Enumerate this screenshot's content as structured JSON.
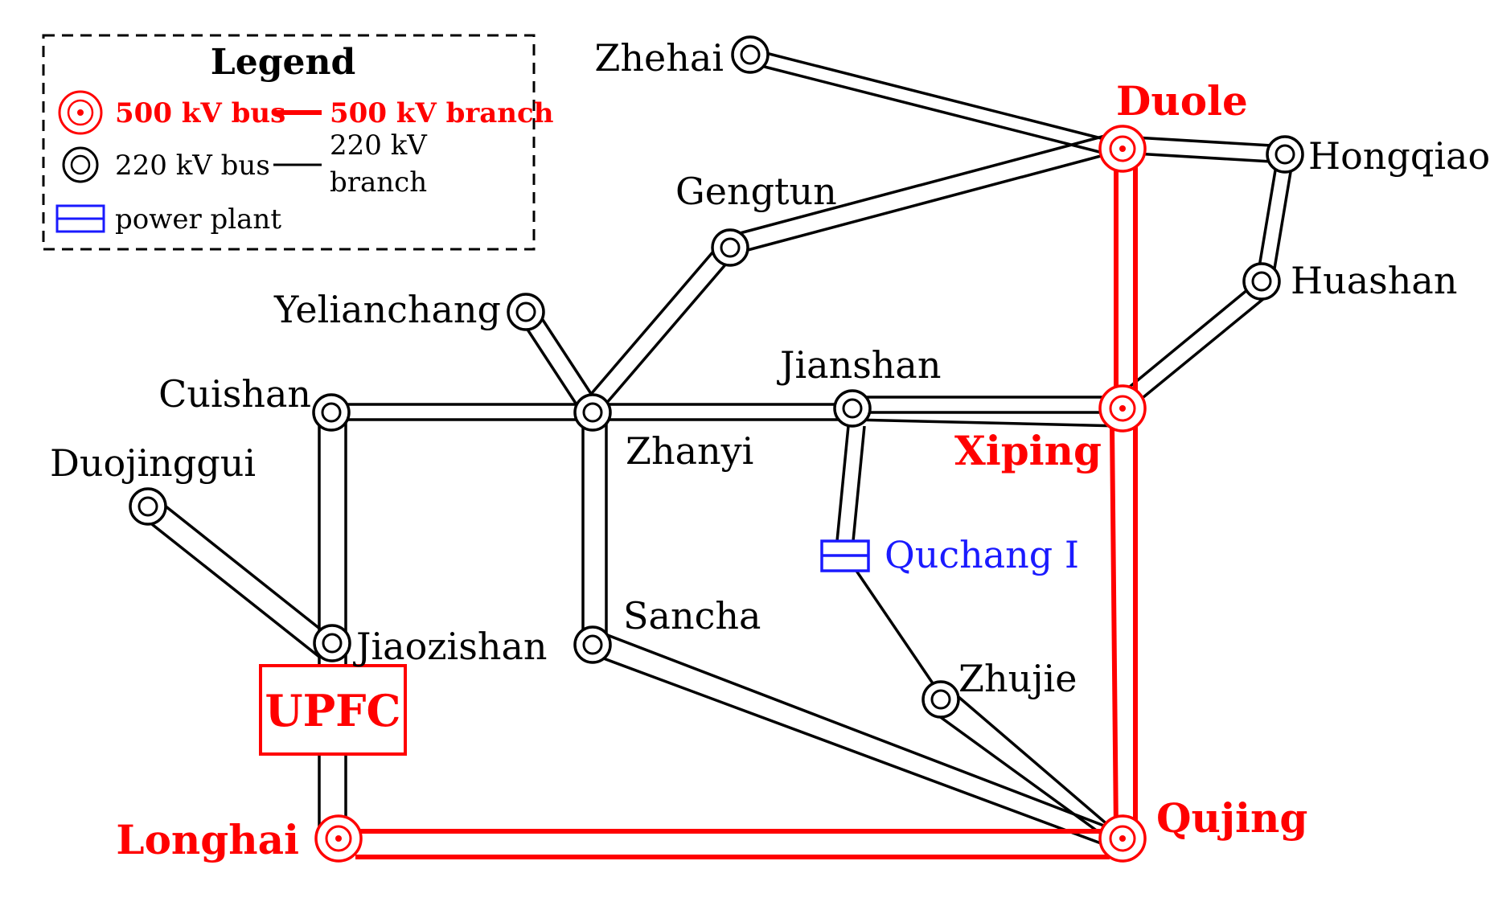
{
  "legend": {
    "title": "Legend",
    "bus500": "500 kV bus",
    "branch500": "500 kV branch",
    "bus220": "220 kV bus",
    "branch220_line1": "220 kV",
    "branch220_line2": "branch",
    "plant": "power plant"
  },
  "colors": {
    "kv500": "#ff0000",
    "kv220": "#000000",
    "plant": "#1a1aff"
  },
  "buses": {
    "zhehai": "Zhehai",
    "duole": "Duole",
    "hongqiao": "Hongqiao",
    "gengtun": "Gengtun",
    "huashan": "Huashan",
    "yelianchang": "Yelianchang",
    "jianshan": "Jianshan",
    "cuishan": "Cuishan",
    "zhanyi": "Zhanyi",
    "xiping": "Xiping",
    "duojinggui": "Duojinggui",
    "sancha": "Sancha",
    "jiaozishan": "Jiaozishan",
    "zhujie": "Zhujie",
    "longhai": "Longhai",
    "qujing": "Qujing"
  },
  "plant": {
    "quchang": "Quchang I"
  },
  "upfc": "UPFC",
  "icons": {
    "bus220": "concentric-circle-icon",
    "bus500": "red-concentric-circle-icon",
    "plant": "double-bar-rectangle-icon"
  }
}
